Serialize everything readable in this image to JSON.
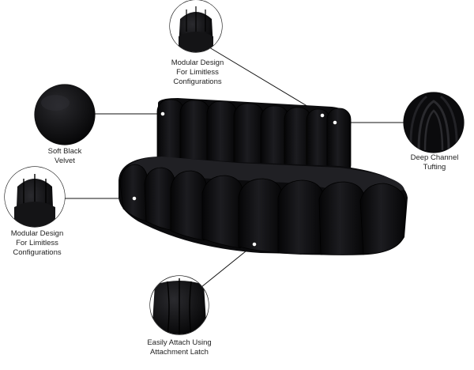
{
  "colors": {
    "sofa": "#0d0d0f",
    "accent": "#ffffff",
    "line": "#111111",
    "background": "#ffffff"
  },
  "callouts": [
    {
      "id": "top",
      "lines": [
        "Modular Design",
        "For Limitless",
        "Configurations"
      ]
    },
    {
      "id": "velvet",
      "lines": [
        "Soft Black",
        "Velvet"
      ]
    },
    {
      "id": "tufting",
      "lines": [
        "Deep Channel",
        "Tufting"
      ]
    },
    {
      "id": "left",
      "lines": [
        "Modular Design",
        "For Limitless",
        "Configurations"
      ]
    },
    {
      "id": "latch",
      "lines": [
        "Easily Attach Using",
        "Attachment Latch"
      ]
    }
  ]
}
